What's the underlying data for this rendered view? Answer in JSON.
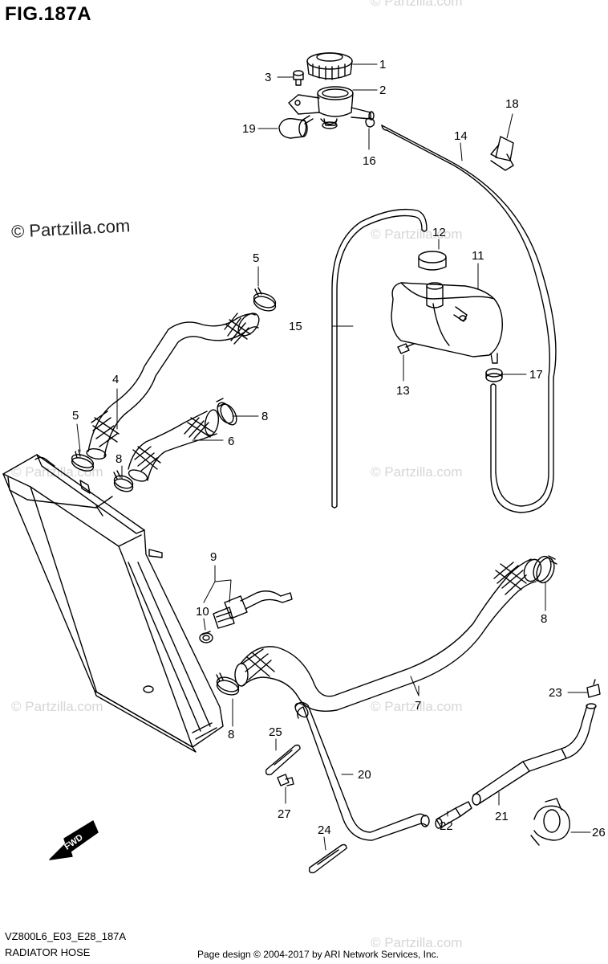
{
  "figure_title": "FIG.187A",
  "watermark": "© Partzilla.com",
  "faint_watermark": "© Partzilla.com",
  "footer": {
    "code": "VZ800L6_E03_E28_187A",
    "section": "RADIATOR HOSE",
    "page_design": "Page design © 2004-2017 by ARI Network Services, Inc."
  },
  "fwd_label": "FWD",
  "callouts": [
    "1",
    "2",
    "3",
    "5",
    "4",
    "5",
    "6",
    "7",
    "8",
    "8",
    "8",
    "8",
    "9",
    "10",
    "11",
    "12",
    "13",
    "14",
    "15",
    "16",
    "17",
    "18",
    "19",
    "20",
    "21",
    "22",
    "23",
    "24",
    "25",
    "26",
    "27"
  ]
}
